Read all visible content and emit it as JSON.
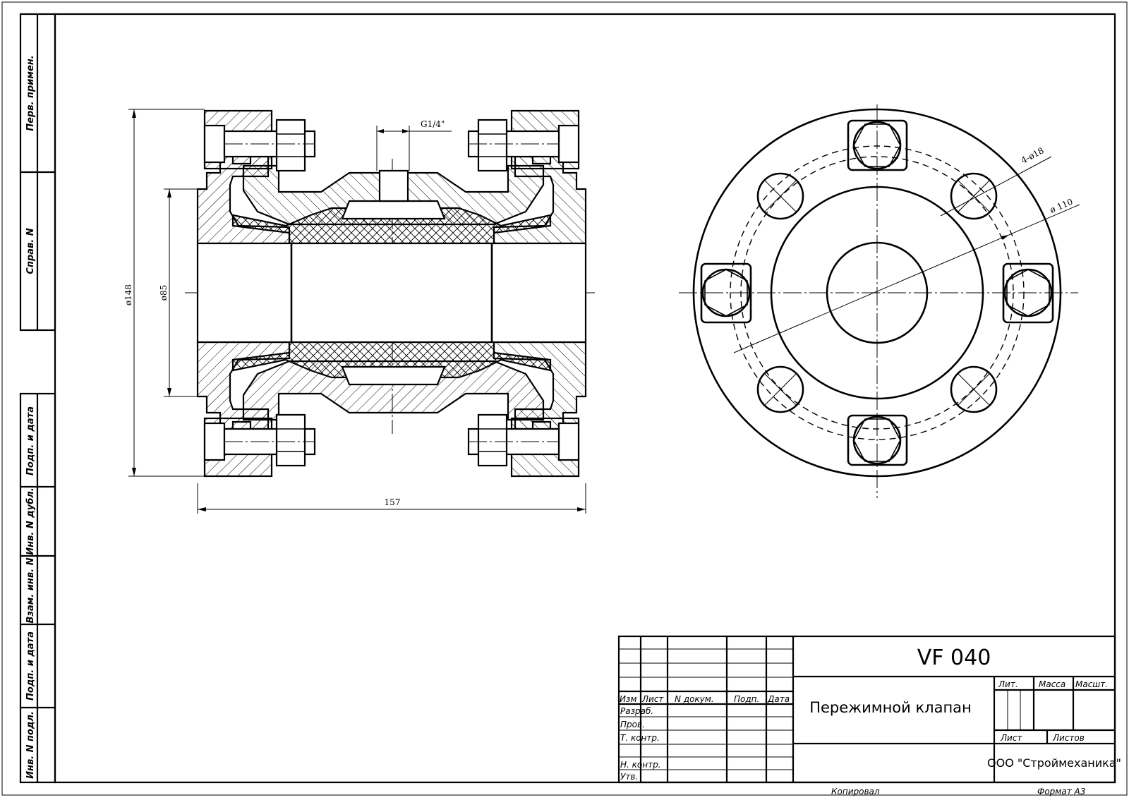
{
  "side_labels": {
    "perv_primen": "Перв. примен.",
    "sprav_n": "Справ. N",
    "podp_data_1": "Подп. и дата",
    "inv_dubl": "Инв. N дубл.",
    "vzam_inv": "Взам. инв. N",
    "podp_data_2": "Подп. и дата",
    "inv_podl": "Инв. N подл."
  },
  "dimensions": {
    "thread": "G1/4\"",
    "d148": "ø148",
    "d85": "ø85",
    "length": "157",
    "holes": "4-ø18",
    "d110": "ø 110"
  },
  "title_block": {
    "designation": "VF 040",
    "name": "Пережимной клапан",
    "company": "ООО \"Строймеханика\"",
    "col_izm": "Изм",
    "col_list": "Лист",
    "col_ndokum": "N докум.",
    "col_podp": "Подп.",
    "col_data": "Дата",
    "row_razrab": "Разраб.",
    "row_prov": "Пров.",
    "row_tkontr": "Т. контр.",
    "row_nkontr": "Н. контр.",
    "row_utv": "Утв.",
    "lit": "Лит.",
    "massa": "Масса",
    "masht": "Масшт.",
    "list": "Лист",
    "listov": "Листов",
    "kopiroval": "Копировал",
    "format": "Формат А3"
  }
}
